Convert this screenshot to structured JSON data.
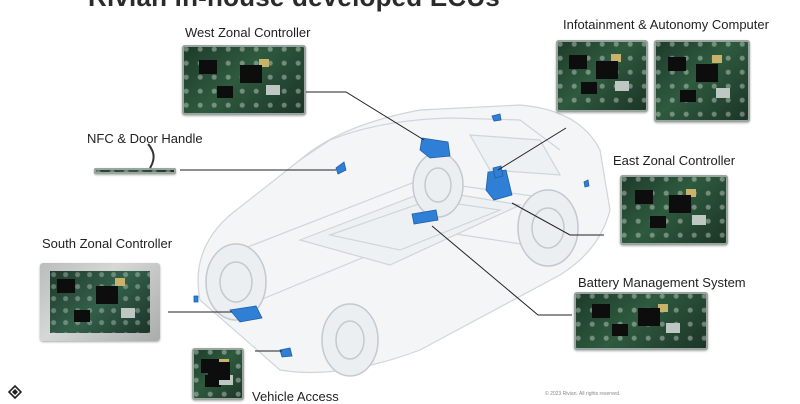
{
  "title": "Rivian in-house developed ECUs",
  "labels": {
    "west": "West Zonal Controller",
    "infotainment": "Infotainment & Autonomy Computer",
    "nfc": "NFC & Door Handle",
    "east": "East Zonal Controller",
    "south": "South Zonal Controller",
    "battery": "Battery Management System",
    "vehicle_access": "Vehicle Access"
  },
  "colors": {
    "ecu_blue": "#2f7fd6",
    "leader_line": "#222222",
    "vehicle_outline": "#c9ced3"
  },
  "icons": {
    "logo": "rivian-logo-icon"
  },
  "footer": "© 2023 Rivian. All rights reserved."
}
